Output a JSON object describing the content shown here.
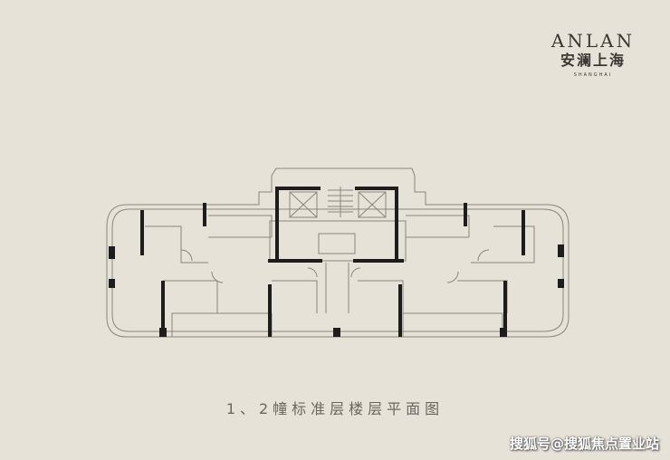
{
  "brand": {
    "en": "ANLAN",
    "cn": "安澜上海",
    "sub": "SHANGHAI"
  },
  "caption": "1、2幢标准层楼层平面图",
  "watermark": "搜狐号@搜狐焦点置业站",
  "colors": {
    "background": "#e7e2d8",
    "wall": "#1f1d1b",
    "line": "#8a857d"
  }
}
